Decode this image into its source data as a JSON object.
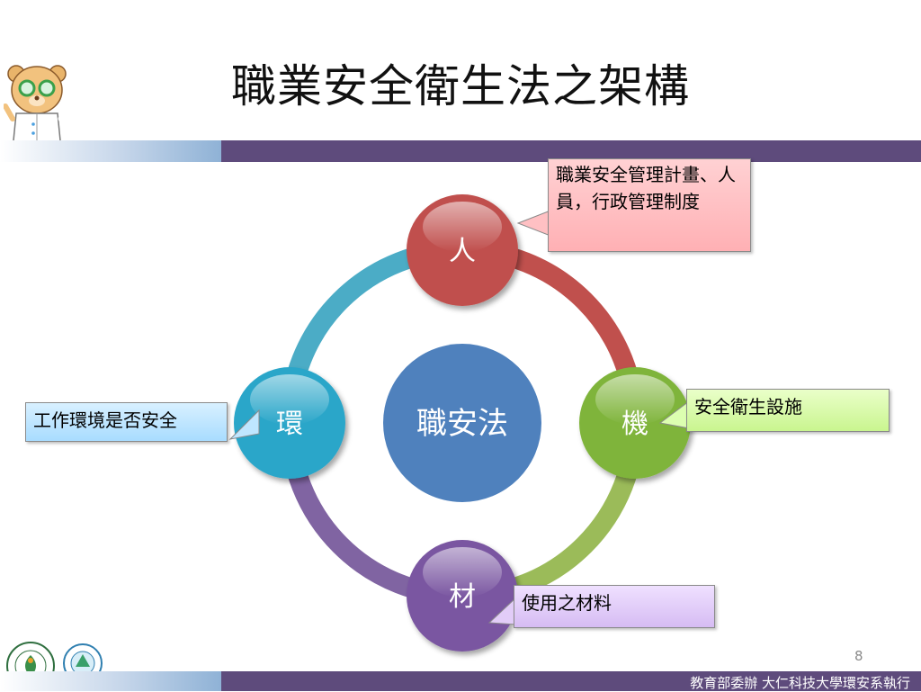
{
  "slide": {
    "title": "職業安全衛生法之架構",
    "page_number": "8",
    "footer": "教育部委辦 大仁科技大學環安系執行"
  },
  "diagram": {
    "center": {
      "label": "職安法",
      "color": "#4f81bd"
    },
    "nodes": [
      {
        "id": "people",
        "label": "人",
        "color": "#c0504d"
      },
      {
        "id": "machine",
        "label": "機",
        "color": "#7fb43a"
      },
      {
        "id": "material",
        "label": "材",
        "color": "#7a56a1"
      },
      {
        "id": "environment",
        "label": "環",
        "color": "#2aa6c9"
      }
    ],
    "arcs": [
      {
        "from": "people",
        "to": "machine",
        "color": "#c0504d"
      },
      {
        "from": "machine",
        "to": "material",
        "color": "#9bbb59"
      },
      {
        "from": "material",
        "to": "environment",
        "color": "#8064a2"
      },
      {
        "from": "environment",
        "to": "people",
        "color": "#4bacc6"
      }
    ],
    "callouts": {
      "people": "職業安全管理計畫、人員，行政管理制度",
      "machine": "安全衛生設施",
      "material": "使用之材料",
      "environment": "工作環境是否安全"
    }
  },
  "colors": {
    "band_dark": "#5e4b7c",
    "band_light": "#8fb2d6"
  }
}
